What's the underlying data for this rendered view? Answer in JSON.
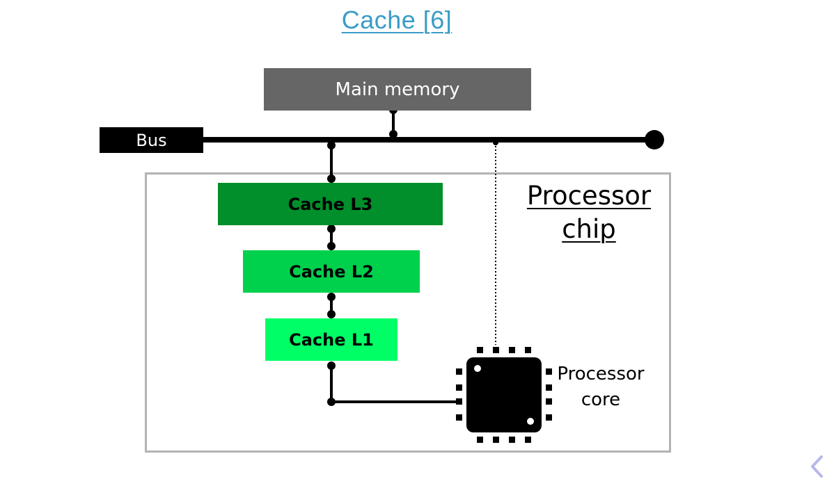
{
  "slide": {
    "title": "Cache [6]"
  },
  "diagram": {
    "main_memory_label": "Main memory",
    "bus_label": "Bus",
    "cache_l3_label": "Cache L3",
    "cache_l2_label": "Cache L2",
    "cache_l1_label": "Cache L1",
    "processor_chip_label": "Processor chip",
    "processor_core_label": "Processor core",
    "colors": {
      "title_link": "#3a9cc7",
      "main_memory": "#666666",
      "bus": "#000000",
      "cache_l3": "#008f2a",
      "cache_l2": "#00d14d",
      "cache_l1": "#00ff66",
      "chip_frame": "#b3b3b3",
      "nav_arrow": "#b8b8e8"
    }
  },
  "navigation": {
    "prev_icon": "chevron-left-icon"
  }
}
